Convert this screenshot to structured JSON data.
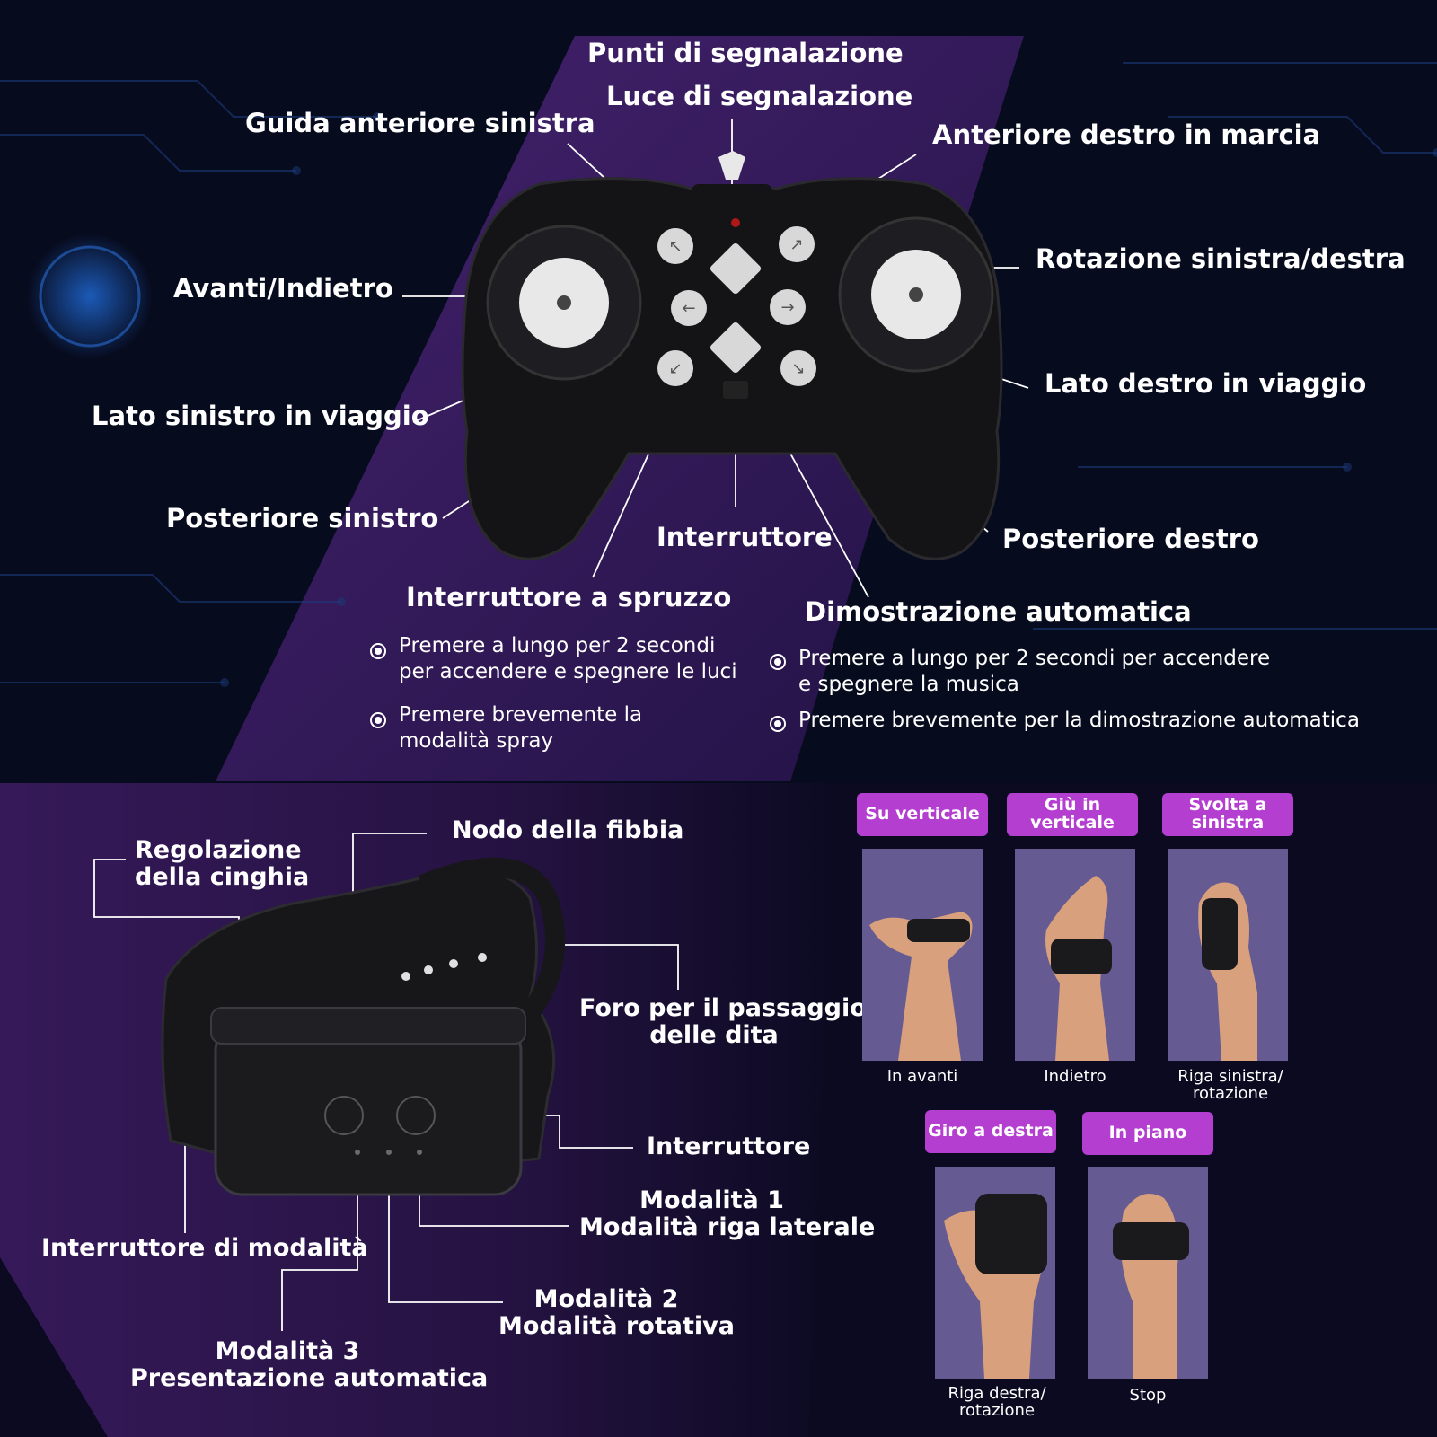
{
  "controller": {
    "labels": {
      "punti": "Punti di segnalazione",
      "luce": "Luce di segnalazione",
      "guida_ant_sx": "Guida anteriore sinistra",
      "ant_dx": "Anteriore destro in marcia",
      "rotazione": "Rotazione sinistra/destra",
      "avanti": "Avanti/Indietro",
      "lato_dx": "Lato destro in viaggio",
      "lato_sx": "Lato sinistro in viaggio",
      "post_sx": "Posteriore sinistro",
      "interruttore": "Interruttore",
      "post_dx": "Posteriore destro",
      "spruzzo_title": "Interruttore a spruzzo",
      "demo_title": "Dimostrazione automatica"
    },
    "spruzzo_notes": [
      {
        "line1": "Premere a lungo per 2 secondi",
        "line2": "per accendere e spegnere le luci"
      },
      {
        "line1": "Premere brevemente la",
        "line2": "modalità spray"
      }
    ],
    "demo_notes": [
      {
        "line1": "Premere a lungo per 2 secondi per accendere",
        "line2": "e spegnere la musica"
      },
      {
        "line1": "Premere brevemente per la dimostrazione automatica",
        "line2": ""
      }
    ]
  },
  "watch": {
    "labels": {
      "regolazione_1": "Regolazione",
      "regolazione_2": "della cinghia",
      "nodo": "Nodo della fibbia",
      "foro_1": "Foro per il passaggio",
      "foro_2": "delle dita",
      "interruttore": "Interruttore",
      "mod1_1": "Modalità 1",
      "mod1_2": "Modalità riga laterale",
      "interruttore_modalita": "Interruttore di modalità",
      "mod2_1": "Modalità 2",
      "mod2_2": "Modalità rotativa",
      "mod3_1": "Modalità 3",
      "mod3_2": "Presentazione automatica"
    }
  },
  "gestures": [
    {
      "tag1": "Su verticale",
      "tag2": "",
      "cap1": "In avanti",
      "cap2": ""
    },
    {
      "tag1": "Giù in",
      "tag2": "verticale",
      "cap1": "Indietro",
      "cap2": ""
    },
    {
      "tag1": "Svolta a",
      "tag2": "sinistra",
      "cap1": "Riga sinistra/",
      "cap2": "rotazione"
    },
    {
      "tag1": "Giro a destra",
      "tag2": "",
      "cap1": "Riga destra/",
      "cap2": "rotazione"
    },
    {
      "tag1": "In piano",
      "tag2": "",
      "cap1": "Stop",
      "cap2": ""
    }
  ],
  "colors": {
    "background": "#070b1e",
    "purple_band": "#3b1d66",
    "tag": "#b43ed0",
    "photo_bg": "#655b92",
    "device": "#141416"
  }
}
